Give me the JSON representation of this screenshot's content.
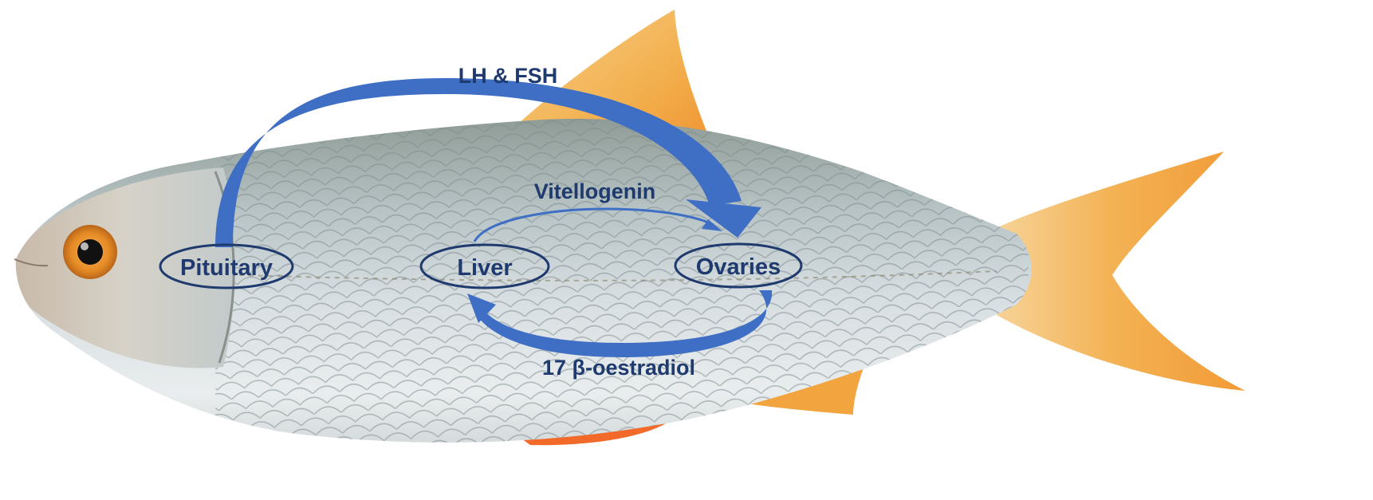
{
  "diagram": {
    "nodes": {
      "pituitary": "Pituitary",
      "liver": "Liver",
      "ovaries": "Ovaries"
    },
    "edges": {
      "lh_fsh": "LH & FSH",
      "vitellogenin": "Vitellogenin",
      "oestradiol": "17 β-oestradiol"
    }
  },
  "colors": {
    "node_stroke": "#1f3a6e",
    "arrow": "#3f6fc5",
    "label": "#1f3a6e",
    "fin": "#f0a43a",
    "fin_light": "#f8cf85",
    "fin_red": "#f26a2a",
    "body": "#cdd6da",
    "back": "#9ba9a7"
  }
}
